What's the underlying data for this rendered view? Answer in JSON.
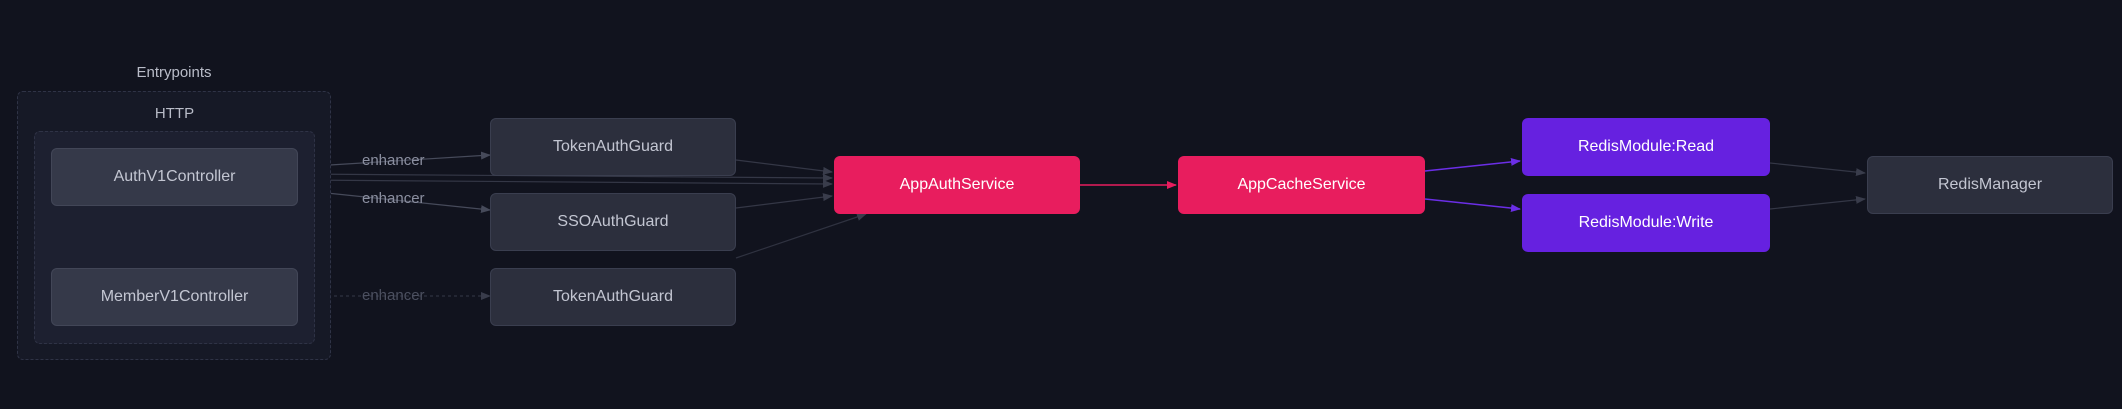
{
  "clusters": {
    "entrypoints": "Entrypoints",
    "http": "HTTP"
  },
  "nodes": {
    "auth_v1_controller": "AuthV1Controller",
    "member_v1_controller": "MemberV1Controller",
    "token_auth_guard_1": "TokenAuthGuard",
    "sso_auth_guard": "SSOAuthGuard",
    "token_auth_guard_2": "TokenAuthGuard",
    "app_auth_service": "AppAuthService",
    "app_cache_service": "AppCacheService",
    "redis_read": "RedisModule:Read",
    "redis_write": "RedisModule:Write",
    "redis_manager": "RedisManager"
  },
  "edge_labels": {
    "enhancer_1": "enhancer",
    "enhancer_2": "enhancer",
    "enhancer_3": "enhancer"
  },
  "colors": {
    "background": "#11131e",
    "service_node": "#e81d5e",
    "redis_module_node": "#6621e0",
    "neutral_node": "#2c2f3d"
  }
}
